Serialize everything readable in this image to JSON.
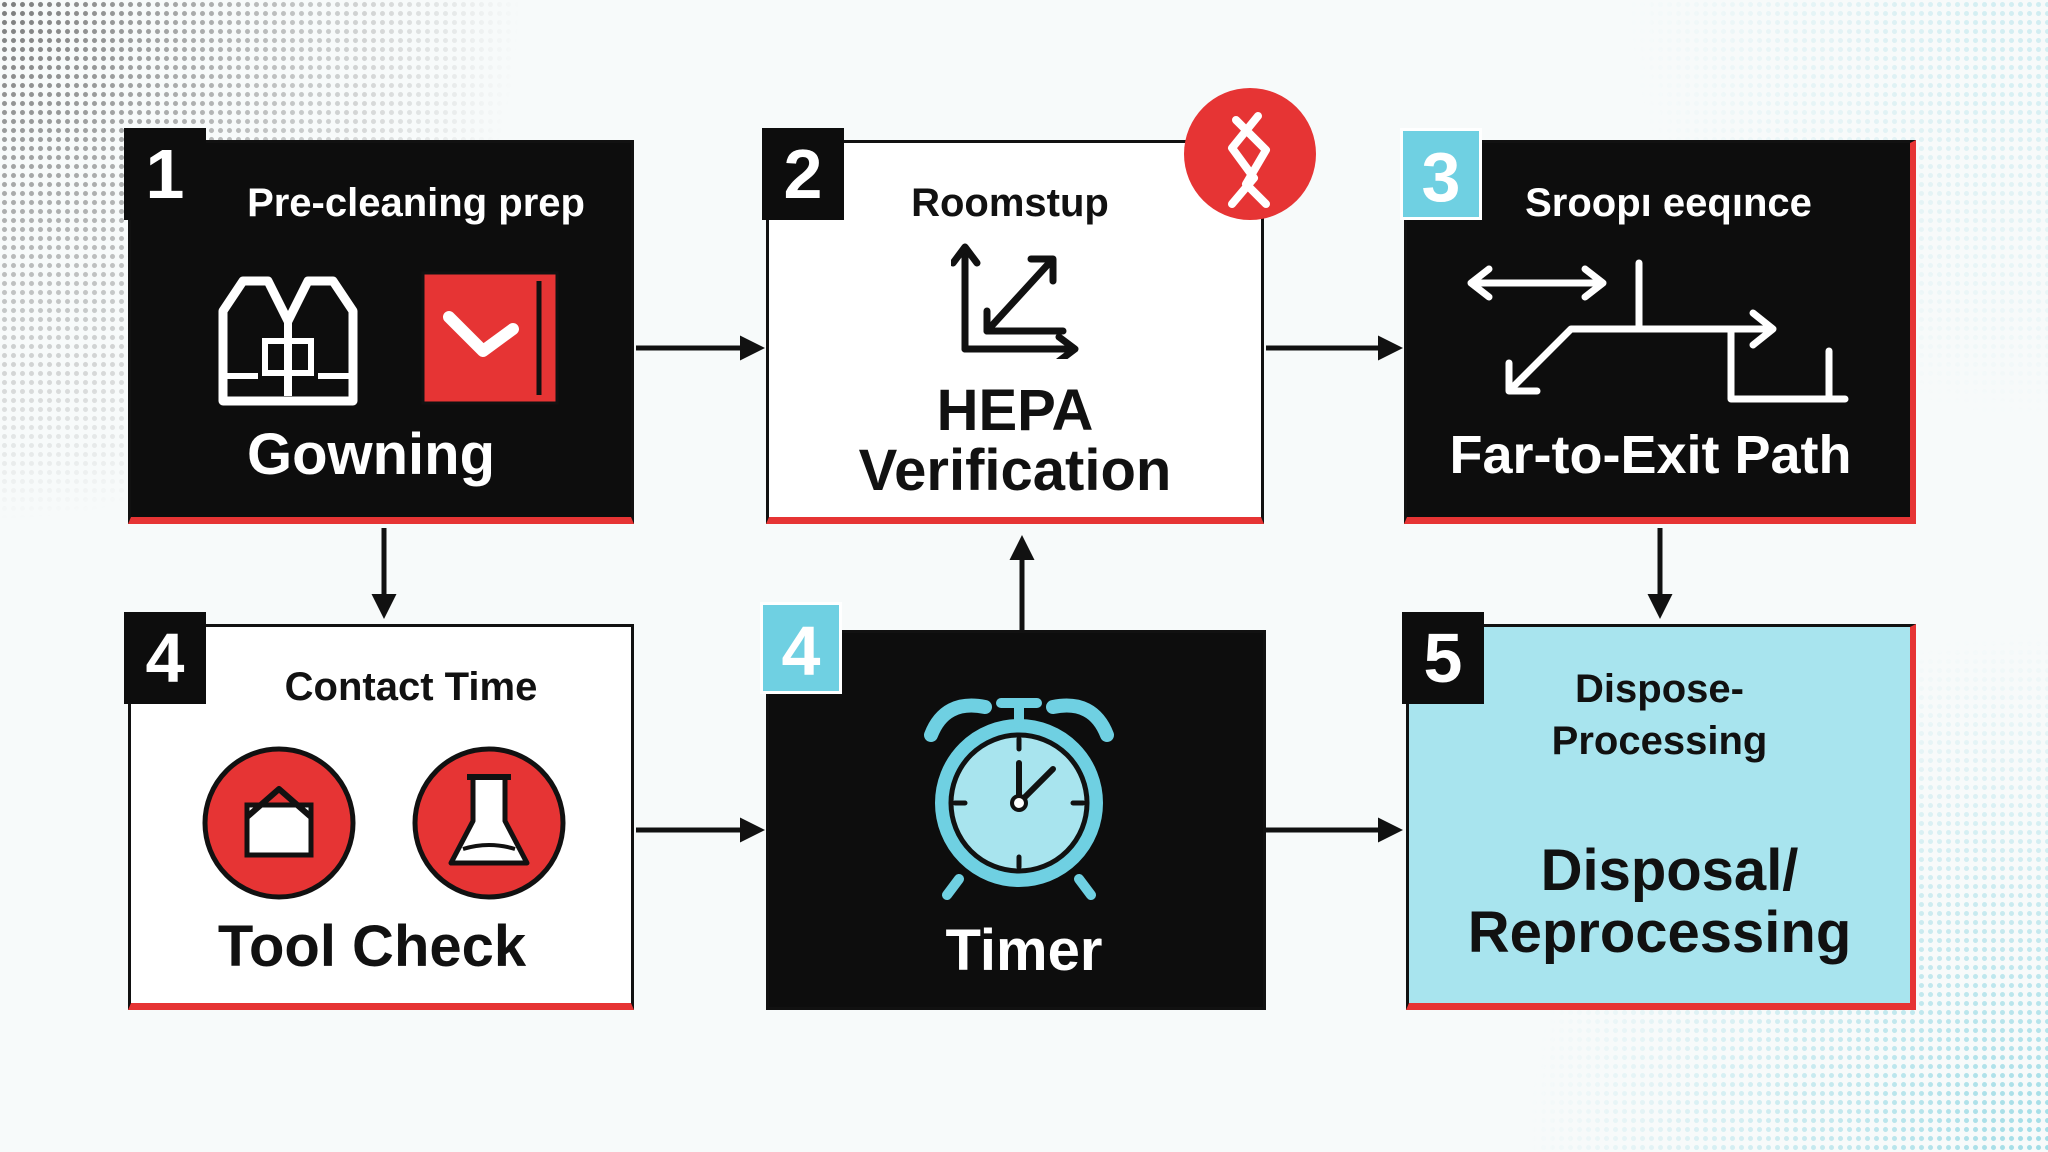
{
  "steps": [
    {
      "badge": "1",
      "title": "Pre-cleaning prep",
      "label": "Gowning"
    },
    {
      "badge": "2",
      "title": "Roomstup",
      "label_line1": "HEPA",
      "label_line2": "Verification"
    },
    {
      "badge": "3",
      "title": "Sroopı eeqınce",
      "label": "Far-to-Exit Path"
    },
    {
      "badge": "4",
      "title": "Contact Time",
      "label": "Tool Check"
    },
    {
      "badge": "4",
      "label": "Timer"
    },
    {
      "badge": "5",
      "title_line1": "Dispose-",
      "title_line2": "Processing",
      "label_line1": "Disposal/",
      "label_line2": "Reprocessing"
    }
  ],
  "icons": {
    "step1": [
      "gown-icon",
      "checkbox-check-icon"
    ],
    "step2": [
      "airflow-arrows-icon",
      "alert-badge-icon"
    ],
    "step3": [
      "path-arrows-icon"
    ],
    "step4": [
      "container-icon",
      "flask-icon"
    ],
    "step5": [
      "alarm-clock-icon"
    ]
  },
  "colors": {
    "black": "#0d0d0d",
    "red": "#e63434",
    "teal": "#6fd0e2",
    "teal_light": "#a8e4ee",
    "white": "#ffffff"
  }
}
